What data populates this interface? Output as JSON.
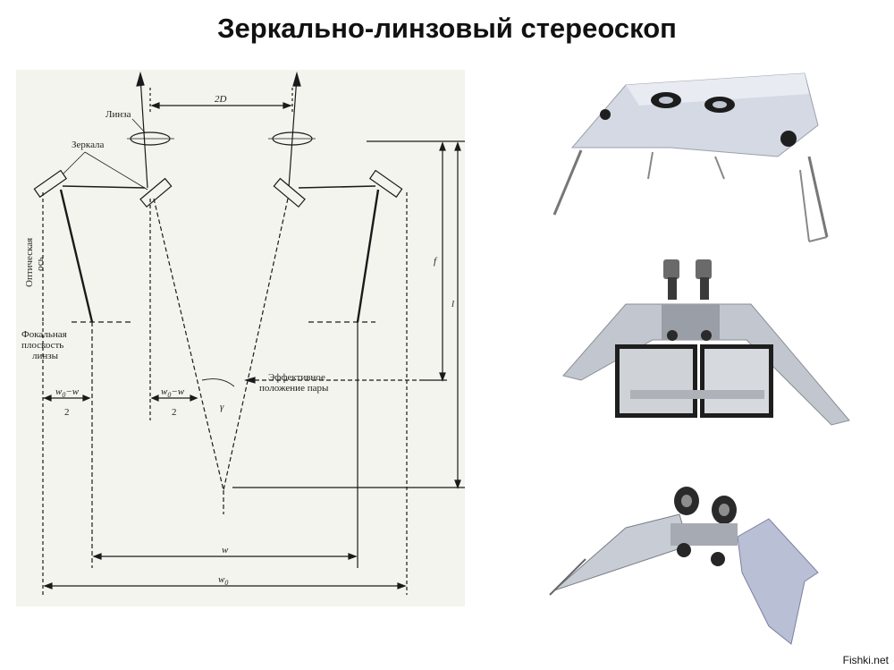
{
  "title": "Зеркально-линзовый стереоскоп",
  "diagram": {
    "labels": {
      "distance_2d": "2D",
      "lens": "Линза",
      "mirrors": "Зеркала",
      "optical_axis_1": "Оптическая",
      "optical_axis_2": "ось",
      "focal_plane_1": "Фокальная",
      "focal_plane_2": "плоскость",
      "focal_plane_3": "линзы",
      "effective_1": "Эффективное",
      "effective_2": "положение пары",
      "f": "f",
      "l": "l",
      "gamma": "γ",
      "w": "w",
      "w0": "w",
      "w0_sub": "0",
      "frac_left_num": "w",
      "frac_left_num_sub": "0",
      "frac_left_num_rest": "−w",
      "frac_left_den": "2",
      "frac_mid_num": "w",
      "frac_mid_num_sub": "0",
      "frac_mid_num_rest": "−w",
      "frac_mid_den": "2"
    }
  },
  "photos": [
    {
      "name": "closed-stereoscope-photo",
      "color": "#c9d0dd"
    },
    {
      "name": "stereoscope-with-photos-photo",
      "color": "#bfc4cc"
    },
    {
      "name": "mirror-stereoscope-photo",
      "color": "#c3c8d6"
    }
  ],
  "watermark": "Fishki.net"
}
